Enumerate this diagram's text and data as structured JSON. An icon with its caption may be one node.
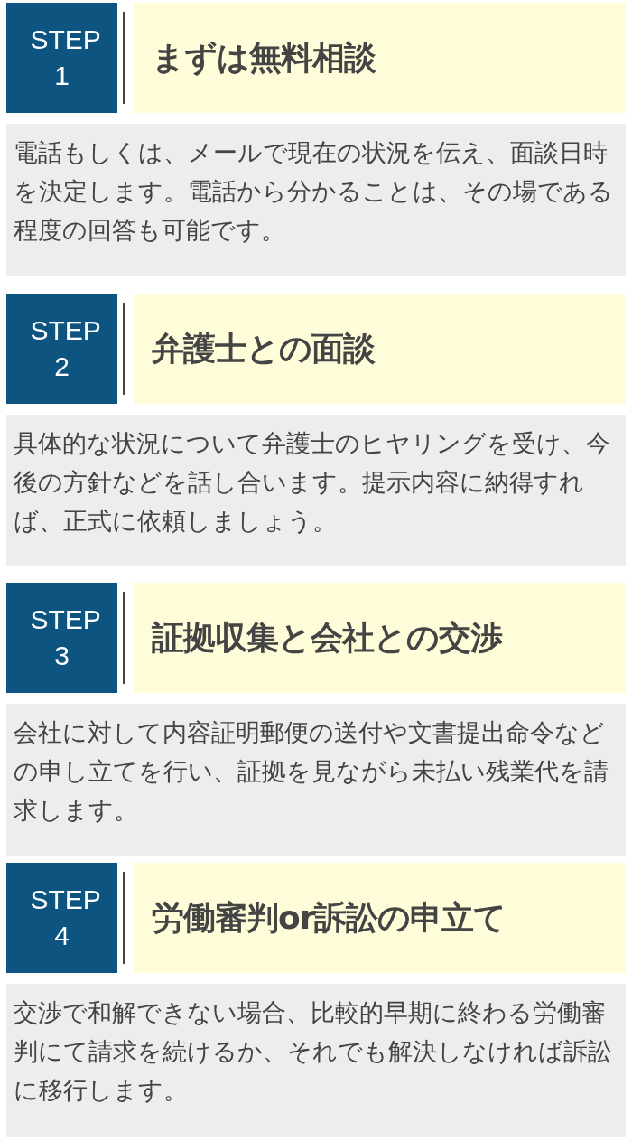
{
  "diagram": {
    "nodes": [
      {
        "text": [
          "STEP 1"
        ]
      },
      {
        "text": [
          "まずは無料相談"
        ]
      },
      {
        "text": [
          "電話もしくは、メールで現在の状況を伝え、面談日時を決定します。電話から分かることは、その場である程度の回答も可能です。"
        ]
      },
      {
        "text": [
          "STEP 2"
        ]
      },
      {
        "text": [
          "弁護士との面談"
        ]
      },
      {
        "text": [
          "具体的な状況について弁護士のヒヤリングを受け、今後の方針などを話し合います。提示内容に納得すれば、正式に依頼しましょう。"
        ]
      },
      {
        "text": [
          "STEP 3"
        ]
      },
      {
        "text": [
          "証拠収集と会社との交渉"
        ]
      },
      {
        "text": [
          "会社に対して内容証明郵便の送付や文書提出命令などの申し立てを行い、証拠を見ながら未払い残業代を請求します。"
        ]
      },
      {
        "text": [
          "STEP 4"
        ]
      },
      {
        "text": [
          "労働審判or訴訟の申立て"
        ]
      },
      {
        "text": [
          "交渉で和解できない場合、比較的早期に終わる労働審判にて請求を続けるか、それでも解決しなければ訴訟に移行します。"
        ]
      }
    ],
    "edges": []
  }
}
